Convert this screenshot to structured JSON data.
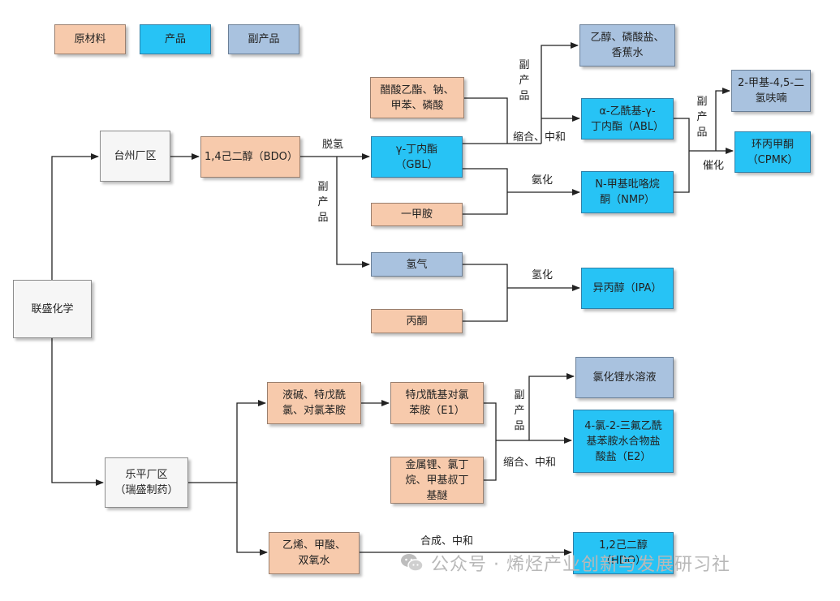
{
  "legend": {
    "raw": "原材料",
    "product": "产品",
    "byproduct": "副产品"
  },
  "nodes": {
    "lianSheng": "联盛化学",
    "taizhou": "台州厂区",
    "leping": "乐平厂区\n（瑞盛制药）",
    "bdo": "1,4己二醇（BDO）",
    "ethylAcetate": "醋酸乙酯、钠、\n甲苯、磷酸",
    "gbl": "γ-丁内酯\n（GBL）",
    "methylamine": "一甲胺",
    "hydrogen": "氢气",
    "acetone": "丙酮",
    "ethanolPhosphate": "乙醇、磷酸盐、\n香蕉水",
    "abl": "α-乙酰基-γ-\n丁内酯（ABL）",
    "nmp": "N-甲基吡咯烷\n酮（NMP）",
    "ipa": "异丙醇（IPA）",
    "methylDihydrofuran": "2-甲基-4,5-二\n氢呋喃",
    "cpmk": "环丙甲酮\n（CPMK）",
    "alkaliPivaloyl": "液碱、特戊酰\n氯、对氯苯胺",
    "e1": "特戊酰基对氯\n苯胺（E1）",
    "lithiumMix": "金属锂、氯丁\n烷、甲基叔丁\n基醚",
    "licl": "氯化锂水溶液",
    "e2": "4-氯-2-三氟乙酰\n基苯胺水合物盐\n酸盐（E2）",
    "ethyleneFormic": "乙烯、甲酸、\n双氧水",
    "hdo": "1,2己二醇\n（HDO）"
  },
  "labels": {
    "dehydrogenation": "脱氢",
    "byproductBdo": "副产品",
    "condenseNeutralize1": "缩合、中和",
    "byproductGbl": "副产品",
    "ammoniation": "氨化",
    "hydrogenation": "氢化",
    "byproductAbl": "副产品",
    "catalysis": "催化",
    "byproductE1": "副产品",
    "condenseNeutralize2": "缩合、中和",
    "synthesizeNeutralize": "合成、中和"
  },
  "watermark": "公众号 · 烯烃产业创新与发展研习社"
}
